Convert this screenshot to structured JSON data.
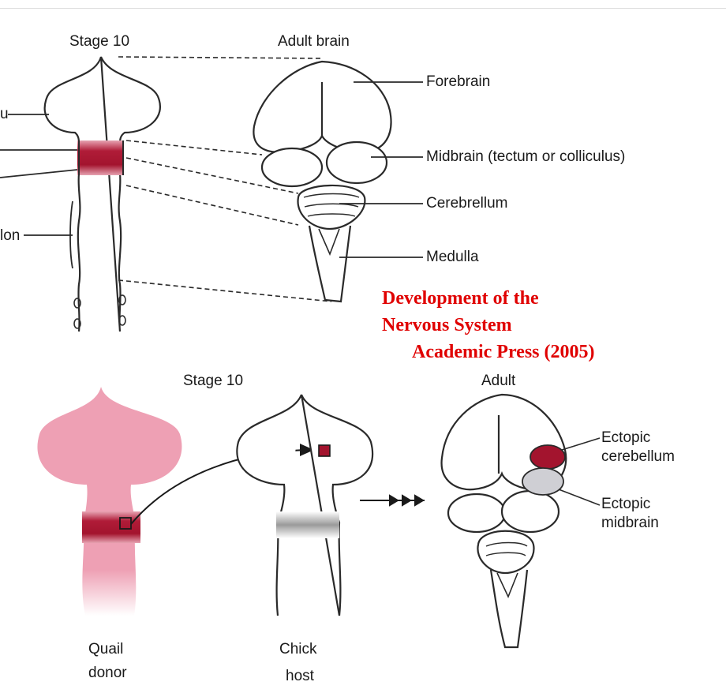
{
  "top_panel": {
    "stage_label": "Stage 10",
    "adult_label": "Adult brain",
    "left_partial_labels": [
      "u",
      "lon"
    ],
    "region_labels": {
      "forebrain": "Forebrain",
      "midbrain": "Midbrain (tectum or colliculus)",
      "cerebellum": "Cerebrellum",
      "medulla": "Medulla"
    }
  },
  "credit": {
    "line1": "Development of the",
    "line2": "Nervous System",
    "line3": "Academic Press (2005)",
    "color": "#e00000"
  },
  "bottom_panel": {
    "stage_label": "Stage 10",
    "adult_label": "Adult",
    "donor_label_1": "Quail",
    "donor_label_2": "donor",
    "host_label_1": "Chick",
    "host_label_2": "host",
    "ectopic_cerebellum_1": "Ectopic",
    "ectopic_cerebellum_2": "cerebellum",
    "ectopic_midbrain_1": "Ectopic",
    "ectopic_midbrain_2": "midbrain"
  },
  "colors": {
    "outline": "#2a2a2a",
    "band_red": "#a3142e",
    "quail_pink": "#eea0b4",
    "ectopic_grey": "#cfcfd4"
  }
}
